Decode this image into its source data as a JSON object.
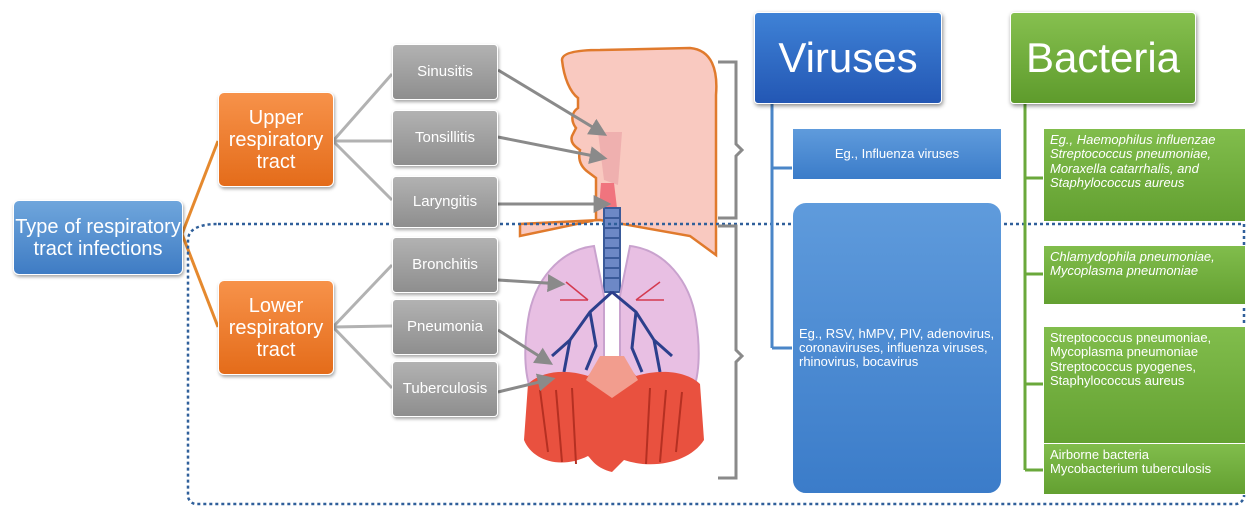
{
  "root": {
    "label": "Type of respiratory tract infections"
  },
  "tracts": [
    {
      "label": "Upper respiratory tract"
    },
    {
      "label": "Lower respiratory tract"
    }
  ],
  "conditions": [
    {
      "label": "Sinusitis"
    },
    {
      "label": "Tonsillitis"
    },
    {
      "label": "Laryngitis"
    },
    {
      "label": "Bronchitis"
    },
    {
      "label": "Pneumonia"
    },
    {
      "label": "Tuberculosis"
    }
  ],
  "viruses": {
    "title": "Viruses",
    "items": [
      {
        "text": "Eg., Influenza viruses"
      },
      {
        "text": "Eg., RSV, hMPV, PIV, adenovirus, coronaviruses, influenza viruses, rhinovirus, bocavirus"
      }
    ]
  },
  "bacteria": {
    "title": "Bacteria",
    "items": [
      {
        "text": "Eg., Haemophilus influenzae Streptococcus pneumoniae, Moraxella catarrhalis, and Staphylococcus aureus"
      },
      {
        "text": "Chlamydophila pneumoniae, Mycoplasma pneumoniae"
      },
      {
        "text": "Streptococcus pneumoniae, Mycoplasma pneumoniae Streptococcus pyogenes, Staphylococcus aureus"
      },
      {
        "text": "Airborne bacteria Mycobacterium tuberculosis"
      }
    ]
  },
  "colors": {
    "blue": "#3f7cc4",
    "orange": "#e46c1a",
    "grey": "#8e8e8e",
    "green": "#63a031",
    "dotted_border": "#2f5f9a"
  }
}
